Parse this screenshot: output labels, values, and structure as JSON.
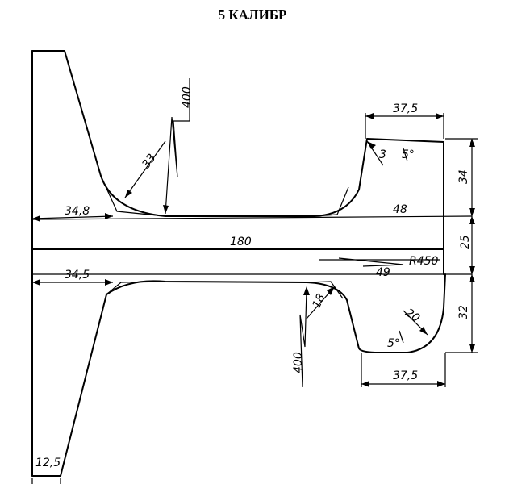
{
  "title": "5 КАЛИБР",
  "dimensions": {
    "d_34_8": "34,8",
    "d_34_5": "34,5",
    "d_180": "180",
    "d_48": "48",
    "d_49": "49",
    "d_r450": "R450",
    "d_37_5_top": "37,5",
    "d_37_5_bottom": "37,5",
    "d_34": "34",
    "d_25": "25",
    "d_32": "32",
    "d_3": "3",
    "d_5deg_top": "5°",
    "d_5deg_bottom": "5°",
    "d_20": "20",
    "d_18": "18",
    "d_33": "33",
    "d_400_top": "400",
    "d_400_bottom": "400",
    "d_12_5": "12,5"
  }
}
